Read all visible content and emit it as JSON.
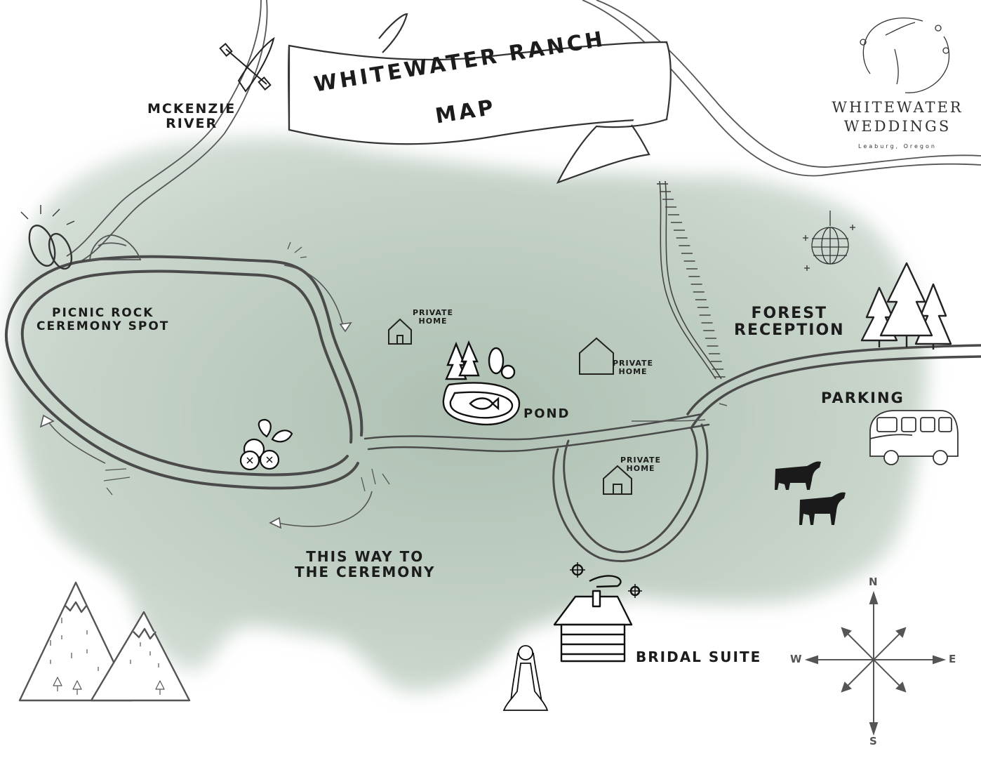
{
  "map": {
    "title_line1": "WHITEWATER RANCH",
    "title_line2": "MAP",
    "brand": {
      "name": "WHITEWATER\nWEDDINGS",
      "location": "Leaburg, Oregon"
    },
    "labels": {
      "river": "MCKENZIE\nRIVER",
      "picnic": "PICNIC ROCK\nCEREMONY SPOT",
      "private_home": "PRIVATE\nHOME",
      "pond": "POND",
      "forest_reception": "FOREST\nRECEPTION",
      "parking": "PARKING",
      "this_way": "THIS WAY TO\nTHE CEREMONY",
      "bridal_suite": "BRIDAL SUITE"
    },
    "compass": {
      "n": "N",
      "s": "S",
      "e": "E",
      "w": "W"
    },
    "colors": {
      "wash": "#bccbc0",
      "ink": "#3a3a3a",
      "path": "#4a4a4a"
    },
    "icons": [
      "kayak-icon",
      "rings-icon",
      "rock-icon",
      "disco-ball-icon",
      "pine-trees-icon",
      "house-icon",
      "pond-icon",
      "blueberries-icon",
      "campervan-icon",
      "cow-icon",
      "cabin-icon",
      "bride-icon",
      "mountains-icon",
      "compass-rose-icon",
      "railroad-track-icon"
    ]
  }
}
